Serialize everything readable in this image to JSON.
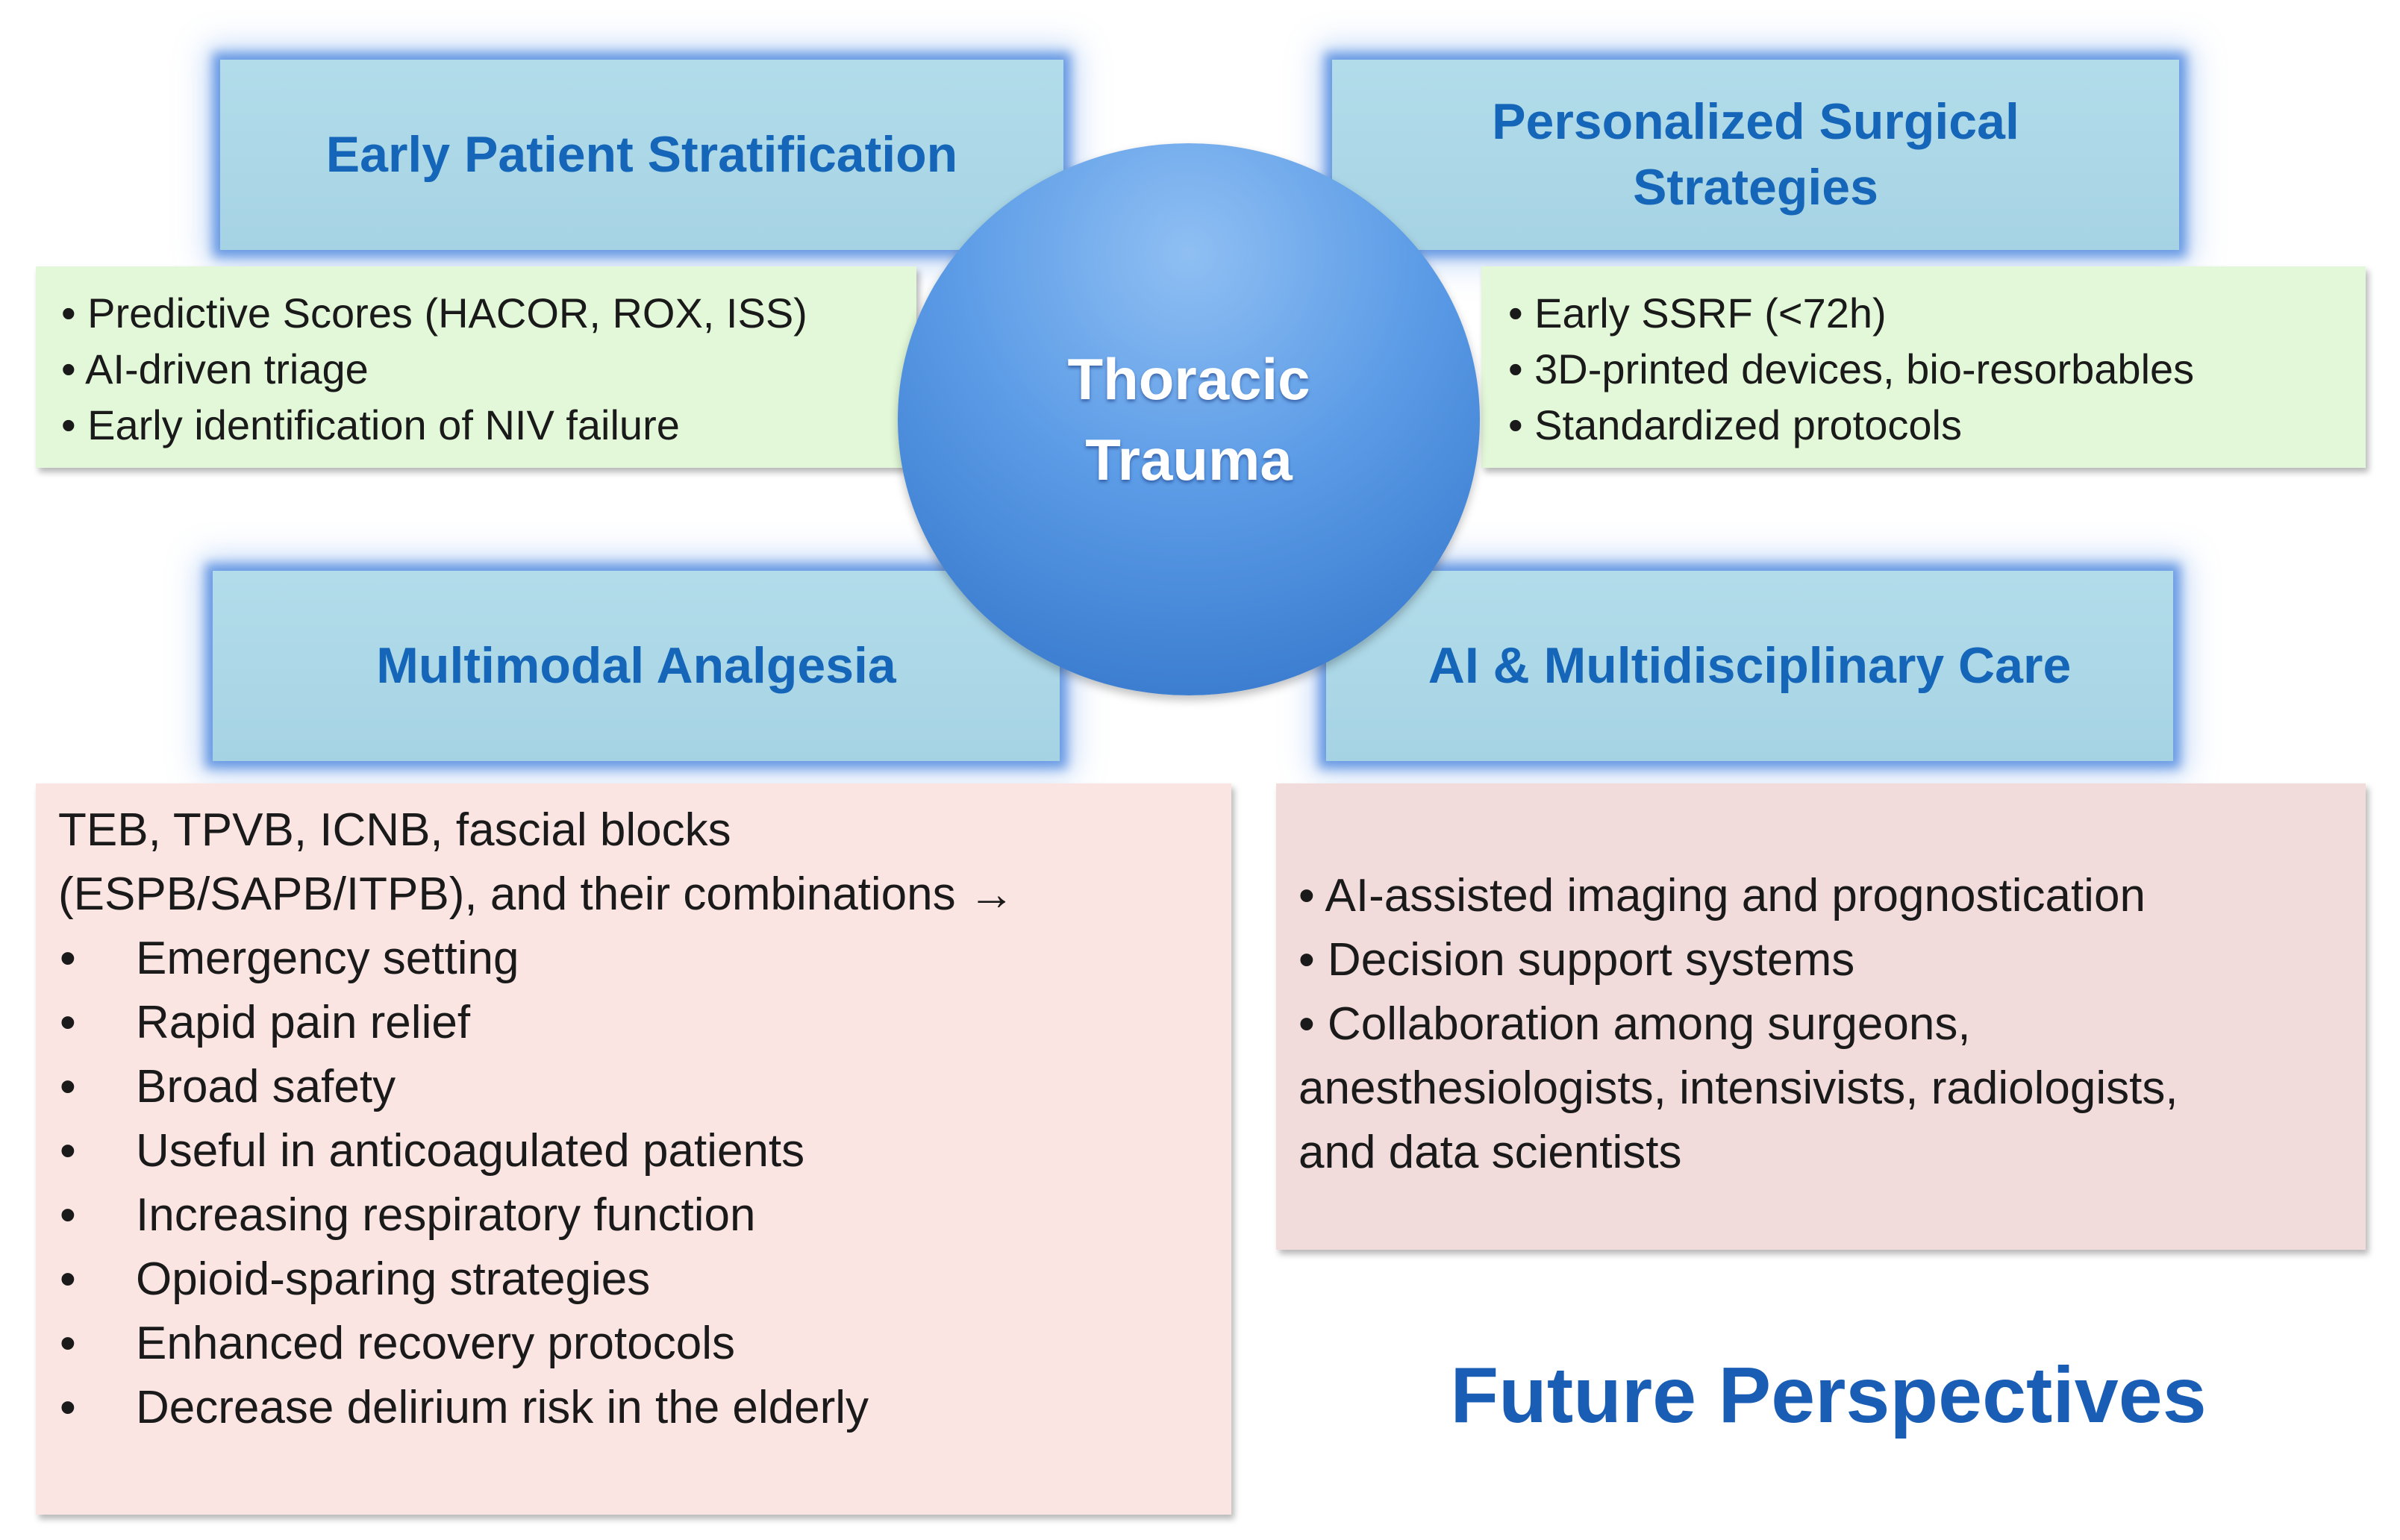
{
  "center": {
    "title": "Thoracic\nTrauma"
  },
  "quadrants": {
    "top_left": {
      "header": "Early Patient Stratification",
      "items": [
        "• Predictive Scores (HACOR, ROX, ISS)",
        "• AI-driven triage",
        "• Early identification of NIV failure"
      ]
    },
    "top_right": {
      "header_line1": "Personalized Surgical",
      "header_line2": "Strategies",
      "items": [
        "• Early SSRF (<72h)",
        "• 3D-printed devices, bio-resorbables",
        "• Standardized protocols"
      ]
    },
    "bottom_left": {
      "header": "Multimodal Analgesia",
      "intro_line1": "TEB, TPVB, ICNB, fascial blocks",
      "intro_line2": "(ESPB/SAPB/ITPB), and their combinations →",
      "bullet_symbol": "•",
      "items": [
        "Emergency setting",
        "Rapid pain relief",
        "Broad safety",
        "Useful in anticoagulated patients",
        "Increasing respiratory function",
        "Opioid-sparing strategies",
        "Enhanced recovery protocols",
        "Decrease delirium risk in the elderly"
      ]
    },
    "bottom_right": {
      "header": "AI & Multidisciplinary Care",
      "items": [
        "• AI-assisted imaging and prognostication",
        "• Decision support systems",
        "• Collaboration among surgeons,",
        "anesthesiologists, intensivists, radiologists,",
        "and data scientists"
      ]
    }
  },
  "footer": {
    "title": "Future Perspectives"
  }
}
